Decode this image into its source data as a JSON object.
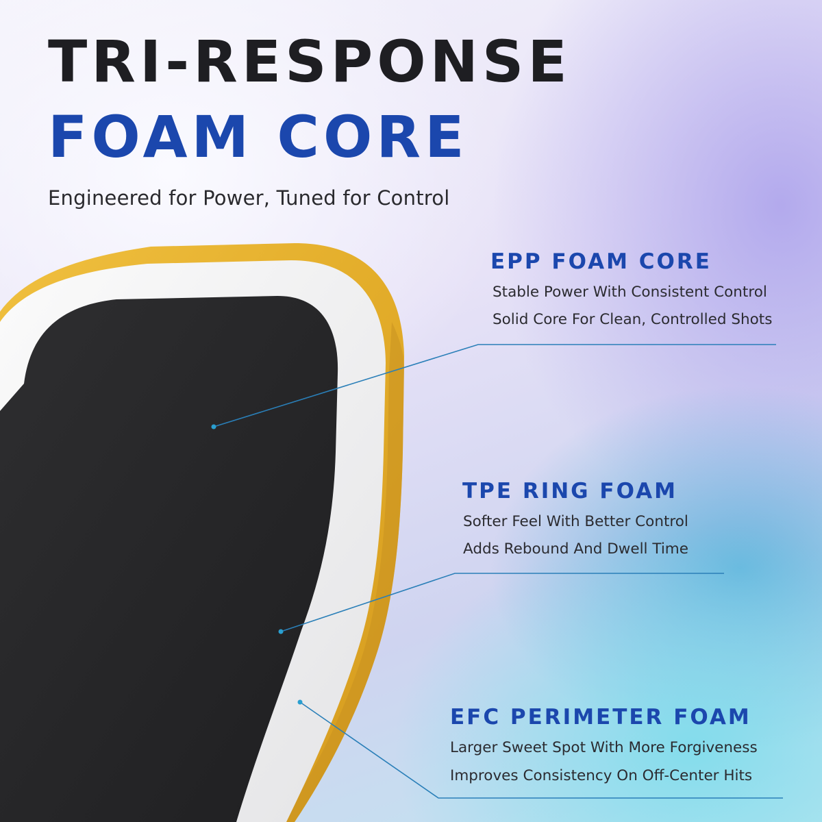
{
  "title": {
    "line1": "TRI-RESPONSE",
    "line2": "FOAM CORE"
  },
  "subtitle": "Engineered for Power, Tuned for Control",
  "features": [
    {
      "name": "EPP FOAM CORE",
      "lines": [
        "Stable Power With Consistent Control",
        "Solid Core For Clean, Controlled Shots"
      ]
    },
    {
      "name": "TPE RING FOAM",
      "lines": [
        "Softer Feel With Better Control",
        "Adds Rebound And Dwell Time"
      ]
    },
    {
      "name": "EFC PERIMETER FOAM",
      "lines": [
        "Larger Sweet Spot With More Forgiveness",
        "Improves Consistency On Off-Center Hits"
      ]
    }
  ],
  "colors": {
    "title_dark": "#1e1e22",
    "title_blue": "#1b47ad",
    "perimeter_foam": "#e3b12e",
    "ring_foam": "#f1f1f1",
    "core_foam": "#262628",
    "leader_line": "#2a7fb8"
  }
}
